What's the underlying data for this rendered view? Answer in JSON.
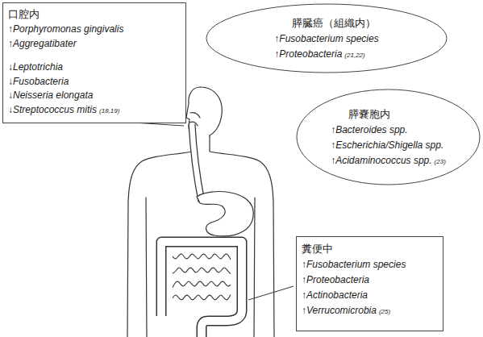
{
  "diagram": {
    "nodes": [
      {
        "text": [
          "口腔内",
          "↑Porphyromonas gingivalis",
          "↑Aggregatibater",
          "↓Leptotrichia",
          "↓Fusobacteria",
          "↓Neisseria elongata",
          "↓Streptococcus mitis",
          "(18,19)"
        ]
      },
      {
        "text": [
          "膵臓癌（組織内）",
          "↑Fusobacterium species",
          "↑Proteobacteria",
          "(21,22)"
        ]
      },
      {
        "text": [
          "膵嚢胞内",
          "↑Bacteroides spp.",
          "↑Escherichia/Shigella spp.",
          "↑Acidaminococcus spp.",
          "(23)"
        ]
      },
      {
        "text": [
          "糞便中",
          "↑Fusobacterium species",
          "↑Proteobacteria",
          "↑Actinobacteria",
          "↑Verrucomicrobia",
          "(25)"
        ]
      }
    ]
  }
}
